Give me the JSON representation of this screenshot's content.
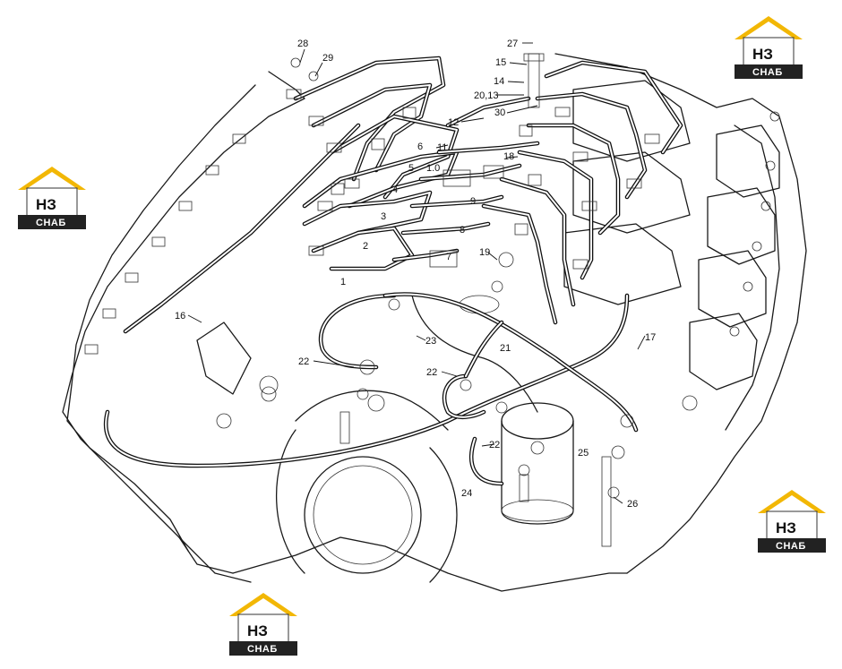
{
  "callouts": [
    {
      "id": "c28",
      "text": "28"
    },
    {
      "id": "c29",
      "text": "29"
    },
    {
      "id": "c27",
      "text": "27"
    },
    {
      "id": "c15",
      "text": "15"
    },
    {
      "id": "c14",
      "text": "14"
    },
    {
      "id": "c2013",
      "text": "20,13"
    },
    {
      "id": "c30",
      "text": "30"
    },
    {
      "id": "c12",
      "text": "12"
    },
    {
      "id": "c11",
      "text": "11"
    },
    {
      "id": "c6",
      "text": "6"
    },
    {
      "id": "c5",
      "text": "5"
    },
    {
      "id": "c10",
      "text": "1.0"
    },
    {
      "id": "c18",
      "text": "18"
    },
    {
      "id": "c4",
      "text": "4"
    },
    {
      "id": "c9",
      "text": "9"
    },
    {
      "id": "c3",
      "text": "3"
    },
    {
      "id": "c8",
      "text": "8"
    },
    {
      "id": "c2",
      "text": "2"
    },
    {
      "id": "c7",
      "text": "7"
    },
    {
      "id": "c19",
      "text": "19"
    },
    {
      "id": "c1",
      "text": "1"
    },
    {
      "id": "c16",
      "text": "16"
    },
    {
      "id": "c23",
      "text": "23"
    },
    {
      "id": "c21",
      "text": "21"
    },
    {
      "id": "c22a",
      "text": "22"
    },
    {
      "id": "c22b",
      "text": "22"
    },
    {
      "id": "c22c",
      "text": "22"
    },
    {
      "id": "c17",
      "text": "17"
    },
    {
      "id": "c25",
      "text": "25"
    },
    {
      "id": "c24",
      "text": "24"
    },
    {
      "id": "c26",
      "text": "26"
    }
  ],
  "watermark": {
    "mark": "НЗ",
    "caption": "СНАБ",
    "colors": {
      "roof": "#f2b705",
      "tag": "#222222",
      "body": "#ffffff"
    }
  }
}
